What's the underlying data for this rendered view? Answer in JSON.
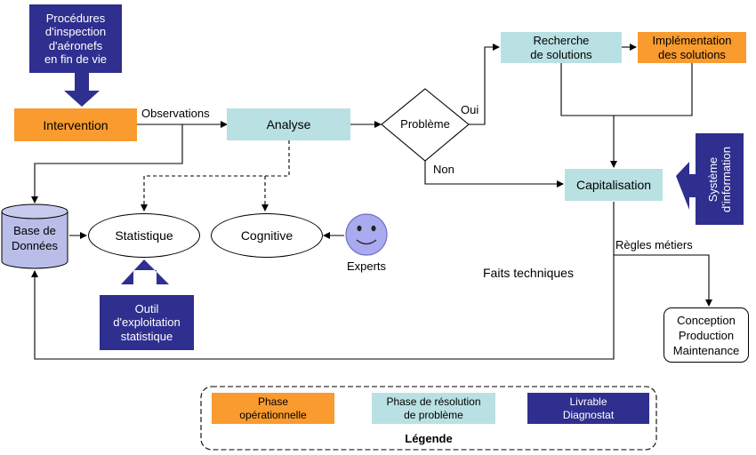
{
  "nodes": {
    "procedures": "Procédures\nd'inspection\nd'aéronefs\nen fin de vie",
    "intervention": "Intervention",
    "analyse": "Analyse",
    "probleme": "Problème",
    "recherche": "Recherche\nde solutions",
    "implementation": "Implémentation\ndes solutions",
    "capitalisation": "Capitalisation",
    "systeme_information": "Système\nd'information",
    "base_donnees": "Base de\nDonnées",
    "statistique": "Statistique",
    "cognitive": "Cognitive",
    "experts": "Experts",
    "outil": "Outil\nd'exploitation\nstatistique",
    "conception": "Conception\nProduction\nMaintenance",
    "faits_techniques": "Faits techniques"
  },
  "edge_labels": {
    "observations": "Observations",
    "oui": "Oui",
    "non": "Non",
    "regles_metiers": "Règles métiers"
  },
  "legend": {
    "title": "Légende",
    "operational": "Phase\nopérationnelle",
    "resolution": "Phase de résolution\nde problème",
    "deliverable": "Livrable\nDiagnostat"
  },
  "colors": {
    "operational": "#f99b2e",
    "resolution": "#b9e1e3",
    "deliverable": "#2e2f8e"
  }
}
